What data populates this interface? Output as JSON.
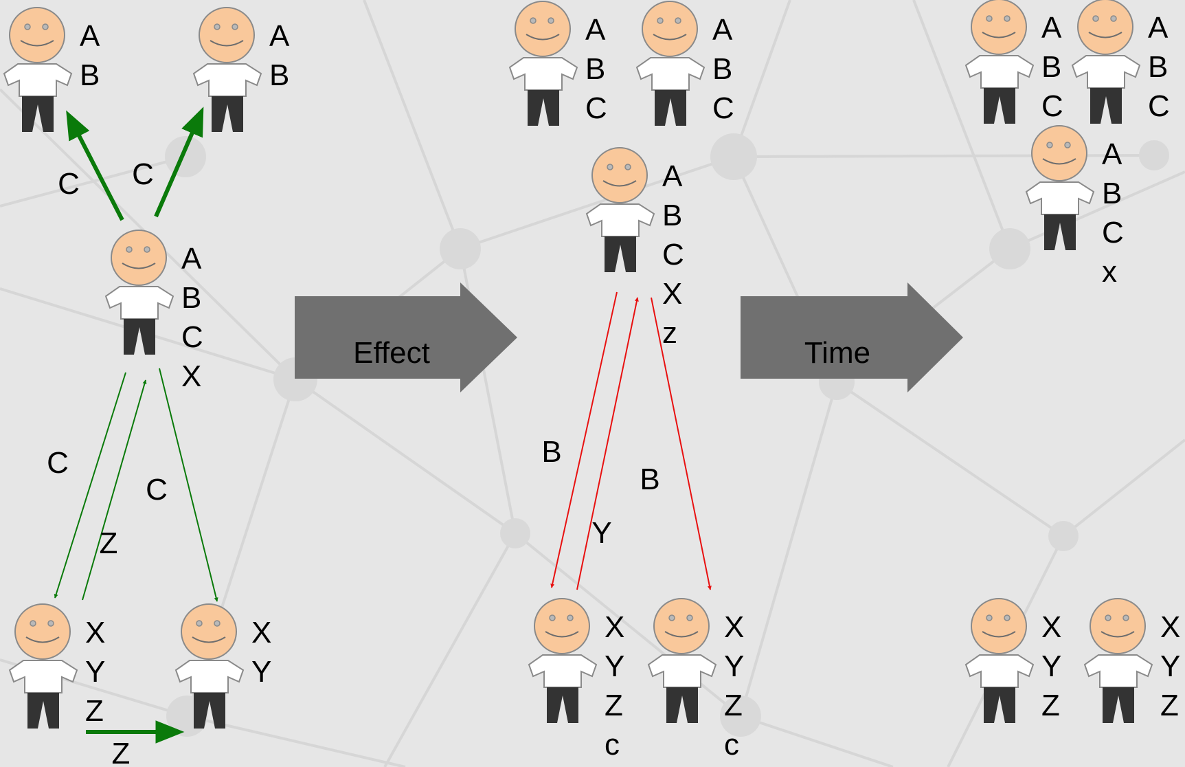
{
  "colors": {
    "background": "#e6e6e6",
    "network_lines": "#d6d6d6",
    "network_nodes": "#d9d9d9",
    "face": "#f9c89b",
    "face_outline": "#8a8a8a",
    "shirt": "#ffffff",
    "pants": "#333333",
    "positive_arrow": "#0a7a0a",
    "negative_arrow": "#e81010",
    "block_arrow": "#707070"
  },
  "block_arrows": [
    {
      "id": "effect",
      "label": "Effect"
    },
    {
      "id": "time",
      "label": "Time"
    }
  ],
  "panels": {
    "before": {
      "people": [
        {
          "id": "before-top-left",
          "traits": [
            "A",
            "B"
          ]
        },
        {
          "id": "before-top-right",
          "traits": [
            "A",
            "B"
          ]
        },
        {
          "id": "before-center",
          "traits": [
            "A",
            "B",
            "C",
            "X"
          ]
        },
        {
          "id": "before-bottom-left",
          "traits": [
            "X",
            "Y",
            "Z"
          ]
        },
        {
          "id": "before-bottom-right",
          "traits": [
            "X",
            "Y"
          ]
        }
      ],
      "edges": [
        {
          "id": "c-to-top-left",
          "label": "C",
          "color": "positive_arrow"
        },
        {
          "id": "c-to-top-right",
          "label": "C",
          "color": "positive_arrow"
        },
        {
          "id": "c-to-bottom-left",
          "label": "C",
          "color": "positive_arrow"
        },
        {
          "id": "z-to-center",
          "label": "Z",
          "color": "positive_arrow"
        },
        {
          "id": "c-to-bottom-right",
          "label": "C",
          "color": "positive_arrow"
        },
        {
          "id": "z-to-bottom-right",
          "label": "Z",
          "color": "positive_arrow"
        }
      ]
    },
    "effect": {
      "people": [
        {
          "id": "effect-top-left",
          "traits": [
            "A",
            "B",
            "C"
          ]
        },
        {
          "id": "effect-top-right",
          "traits": [
            "A",
            "B",
            "C"
          ]
        },
        {
          "id": "effect-center",
          "traits": [
            "A",
            "B",
            "C",
            "X",
            "z"
          ]
        },
        {
          "id": "effect-bottom-left",
          "traits": [
            "X",
            "Y",
            "Z",
            "c"
          ]
        },
        {
          "id": "effect-bottom-right",
          "traits": [
            "X",
            "Y",
            "Z",
            "c"
          ]
        }
      ],
      "edges": [
        {
          "id": "b-to-bottom-left",
          "label": "B",
          "color": "negative_arrow"
        },
        {
          "id": "y-to-center",
          "label": "Y",
          "color": "negative_arrow"
        },
        {
          "id": "b-to-bottom-right",
          "label": "B",
          "color": "negative_arrow"
        }
      ]
    },
    "time": {
      "people": [
        {
          "id": "time-top-left",
          "traits": [
            "A",
            "B",
            "C"
          ]
        },
        {
          "id": "time-top-right",
          "traits": [
            "A",
            "B",
            "C"
          ]
        },
        {
          "id": "time-center",
          "traits": [
            "A",
            "B",
            "C",
            "x"
          ]
        },
        {
          "id": "time-bottom-left",
          "traits": [
            "X",
            "Y",
            "Z"
          ]
        },
        {
          "id": "time-bottom-right",
          "traits": [
            "X",
            "Y",
            "Z"
          ]
        }
      ],
      "edges": []
    }
  }
}
